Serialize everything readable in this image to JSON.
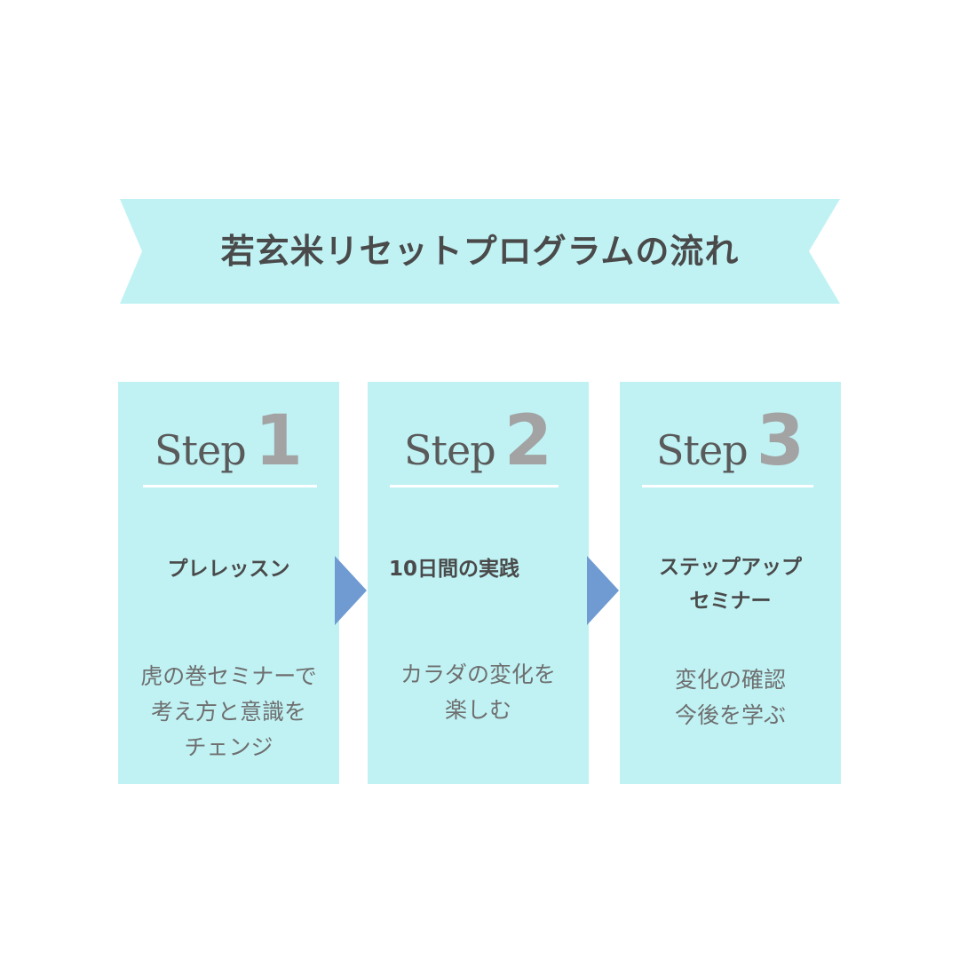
{
  "banner": {
    "title": "若玄米リセットプログラムの流れ"
  },
  "steps": [
    {
      "word": "Step",
      "number": "1",
      "title_lines": [
        "プレレッスン"
      ],
      "desc_lines": [
        "虎の巻セミナーで",
        "考え方と意識を",
        "チェンジ"
      ]
    },
    {
      "word": "Step",
      "number": "2",
      "title_lines": [
        "10日間の実践"
      ],
      "desc_lines": [
        "カラダの変化を",
        "楽しむ"
      ]
    },
    {
      "word": "Step",
      "number": "3",
      "title_lines": [
        "ステップアップ",
        "セミナー"
      ],
      "desc_lines": [
        "変化の確認",
        "今後を学ぶ"
      ]
    }
  ],
  "colors": {
    "card_fill": "#c0f2f4",
    "arrow": "#6f9bd2",
    "title_text": "#4a4a4a",
    "step_number": "#a3a3a3"
  },
  "icons": {
    "connector": "triangle-arrow-right-icon"
  }
}
